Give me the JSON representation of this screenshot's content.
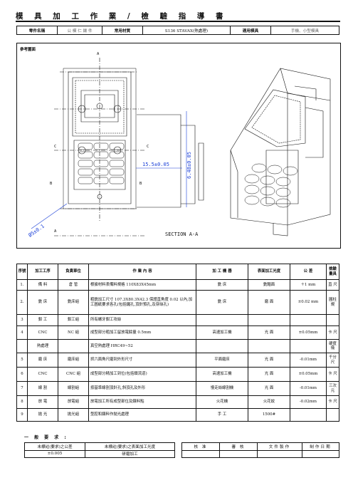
{
  "title": "模 具 加 工   作 業 / 檢 驗 指 導 書",
  "header": {
    "part_name_label": "零件名稱",
    "part_name_value": "公 模 仁 鑲 件",
    "material_label": "常用材質",
    "material_value": "S136    STAVAX(熱處理)",
    "mold_label": "適用模具",
    "mold_value": "手機、小型模具"
  },
  "reference_label": "參考圖面",
  "drawing": {
    "section_label": "SECTION  A-A",
    "dim_1": "15.5±0.05",
    "dim_2": "6.48±0.05",
    "dim_3": "Ø5±0.1",
    "marks": [
      "A",
      "A",
      "B",
      "B",
      "C",
      "C"
    ]
  },
  "process": {
    "columns": [
      "序號",
      "加工工序",
      "負責單位",
      "作 業 內 容",
      "加 工 機 器",
      "表面加工光度",
      "公 差",
      "檢驗量具"
    ],
    "rows": [
      {
        "no": "1.",
        "step": "備 料",
        "unit": "倉 管",
        "content": "根據材料表備料規格 110X83X45mm",
        "machine": "銑 床",
        "finish": "銑麵面",
        "tol": "＋1 mm",
        "gauge": "直 尺"
      },
      {
        "no": "2.",
        "step": "銑 床",
        "unit": "銑床組",
        "content": "粗銑加工尺寸 107.3X80.3X42.3 保證直角度 0.02 以內,加工圖紙要求各孔(包括鑼孔,頂針預孔,及穿絲孔)",
        "machine": "銑 床",
        "finish": "磨 面",
        "tol": "±0.02 mm",
        "gauge": "圓柱規"
      },
      {
        "no": "3",
        "step": "鉗 工",
        "unit": "鉗工組",
        "content": "所有螺牙鉗工攻絲",
        "machine": "",
        "finish": "",
        "tol": "",
        "gauge": ""
      },
      {
        "no": "4",
        "step": "CNC",
        "unit": "NC 組",
        "content": "成型部分粗加工留放電餘量 0.5mm",
        "machine": "高速加工機",
        "finish": "光 面",
        "tol": "±0.05mm",
        "gauge": "卡 尺"
      },
      {
        "no": "",
        "step": "熱處理",
        "unit": "",
        "content": "真空熱處理 HRC49~52",
        "machine": "",
        "finish": "",
        "tol": "",
        "gauge": "硬度儀"
      },
      {
        "no": "5",
        "step": "磨 床",
        "unit": "磨床組",
        "content": "抓六面角尺磨到外形尺寸",
        "machine": "平面磨床",
        "finish": "光 面",
        "tol": "-0.01mm",
        "gauge": "千分尺"
      },
      {
        "no": "6",
        "step": "CNC",
        "unit": "CNC 組",
        "content": "成型部分精加工到位(包括鎖流道)",
        "machine": "高速加工機",
        "finish": "光 面",
        "tol": "±0.05mm",
        "gauge": "卡 尺"
      },
      {
        "no": "7",
        "step": "線 割",
        "unit": "線割組",
        "content": "按基準線割頂針孔,斜頂孔及外形",
        "machine": "慢走絲線割機",
        "finish": "光 面",
        "tol": "-0.01mm",
        "gauge": "三次元"
      },
      {
        "no": "8",
        "step": "放 電",
        "unit": "放電組",
        "content": "放電加工所有成型部位及鑲料點",
        "machine": "火花機",
        "finish": "火花紋",
        "tol": "-0.02mm",
        "gauge": "卡 尺"
      },
      {
        "no": "9",
        "step": "拋 光",
        "unit": "拋光組",
        "content": "型腔和鑲料作拋光處理",
        "machine": "手 工",
        "finish": "1500#",
        "tol": "",
        "gauge": ""
      }
    ]
  },
  "requirements_label": "一 般 要 求 :",
  "bottom": {
    "tol_label": "未標註(要求)之公差",
    "tol_value": "±0.005",
    "finish_label": "未標註(要求)之表面加工光度",
    "finish_value": "研磨加工"
  },
  "signoff": [
    "核 准",
    "審 核",
    "文件製作",
    "制作日期"
  ],
  "colors": {
    "ink": "#111111",
    "muted": "#666666"
  }
}
